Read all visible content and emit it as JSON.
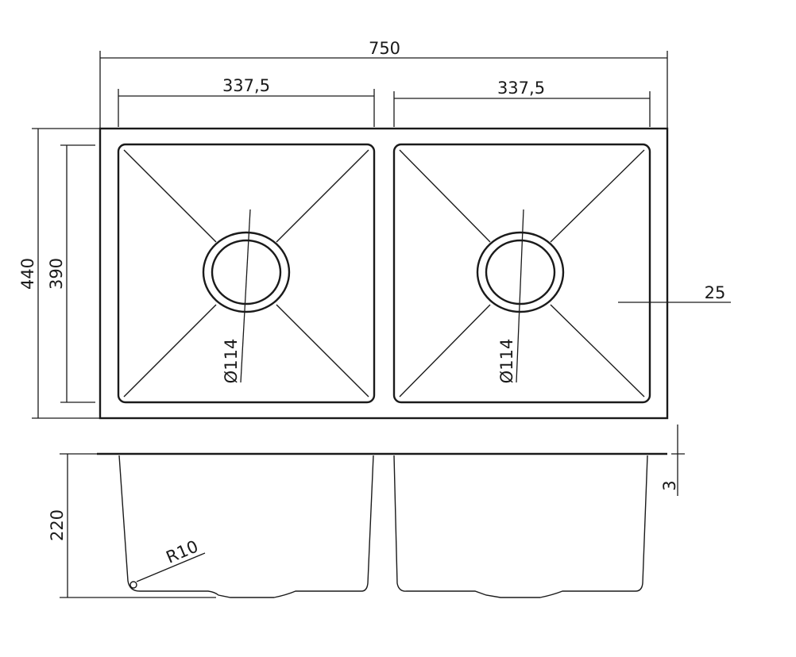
{
  "drawing": {
    "overall_width": "750",
    "bowl_width_left": "337,5",
    "bowl_width_right": "337,5",
    "overall_depth": "440",
    "bowl_depth": "390",
    "drain_left": "Ø114",
    "drain_right": "Ø114",
    "rim_offset": "25",
    "flange_thickness": "3",
    "bowl_height": "220",
    "corner_radius": "R10"
  },
  "colors": {
    "line": "#1a1a1a",
    "background": "#ffffff"
  }
}
